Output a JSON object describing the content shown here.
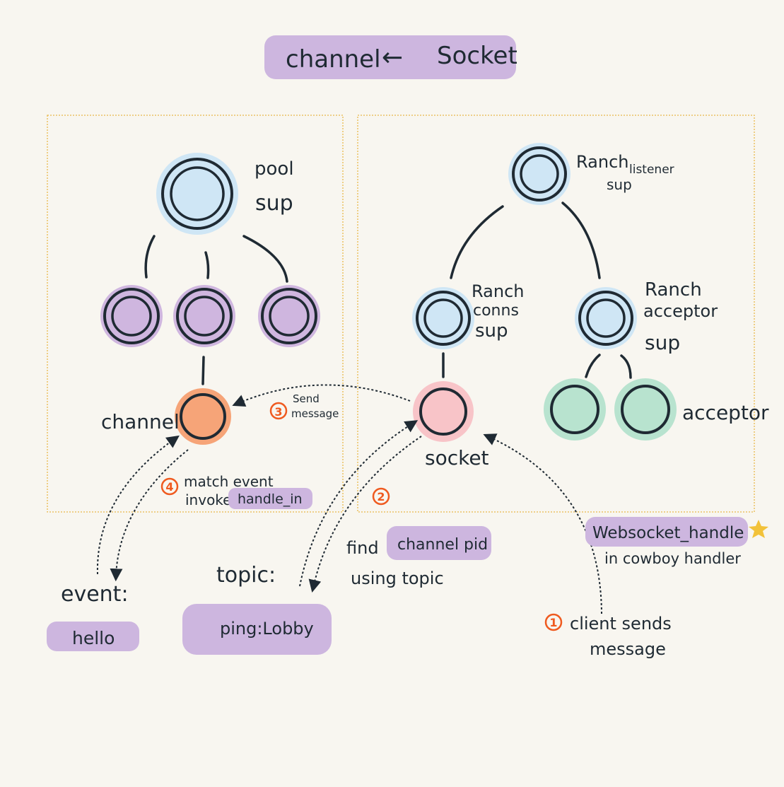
{
  "title": {
    "left": "channel",
    "arrow": "←",
    "right": "Socket"
  },
  "colors": {
    "chip": "#cdb6df",
    "blue_node": "#cfe6f5",
    "purple_node": "#cfb6df",
    "orange_node": "#f6a478",
    "pink_node": "#f8c4c8",
    "green_node": "#b8e3cf",
    "ring": "#1f2a33",
    "box_border": "#e8b84a",
    "step_number": "#ef5a1f",
    "star": "#f2c23a"
  },
  "left_box": {
    "pool_sup": {
      "line1": "pool",
      "line2": "sup"
    },
    "channel_label": "channel"
  },
  "right_box": {
    "listener": {
      "line1": "Ranch",
      "line2": "listener",
      "line3": "sup"
    },
    "conns": {
      "line1": "Ranch",
      "line2": "conns",
      "line3": "sup"
    },
    "acceptor_sup": {
      "line1": "Ranch",
      "line2": "acceptor",
      "line3": "sup"
    },
    "acceptor_label": "acceptor",
    "socket_label": "socket"
  },
  "steps": {
    "s1": {
      "num": "1",
      "line1": "client sends",
      "line2": "message"
    },
    "s2": {
      "num": "2",
      "find": "find",
      "chip": "channel pid",
      "line2": "using topic"
    },
    "s3": {
      "num": "3",
      "line1": "Send",
      "line2": "message"
    },
    "s4": {
      "num": "4",
      "line1": "match event",
      "invoke": "invoke",
      "chip": "handle_in"
    }
  },
  "websocket": {
    "chip": "Websocket_handle",
    "line2": "in cowboy handler"
  },
  "event": {
    "label": "event:",
    "value": "hello"
  },
  "topic": {
    "label": "topic:",
    "value": "ping:Lobby"
  },
  "icons": {
    "star": "star-icon"
  }
}
